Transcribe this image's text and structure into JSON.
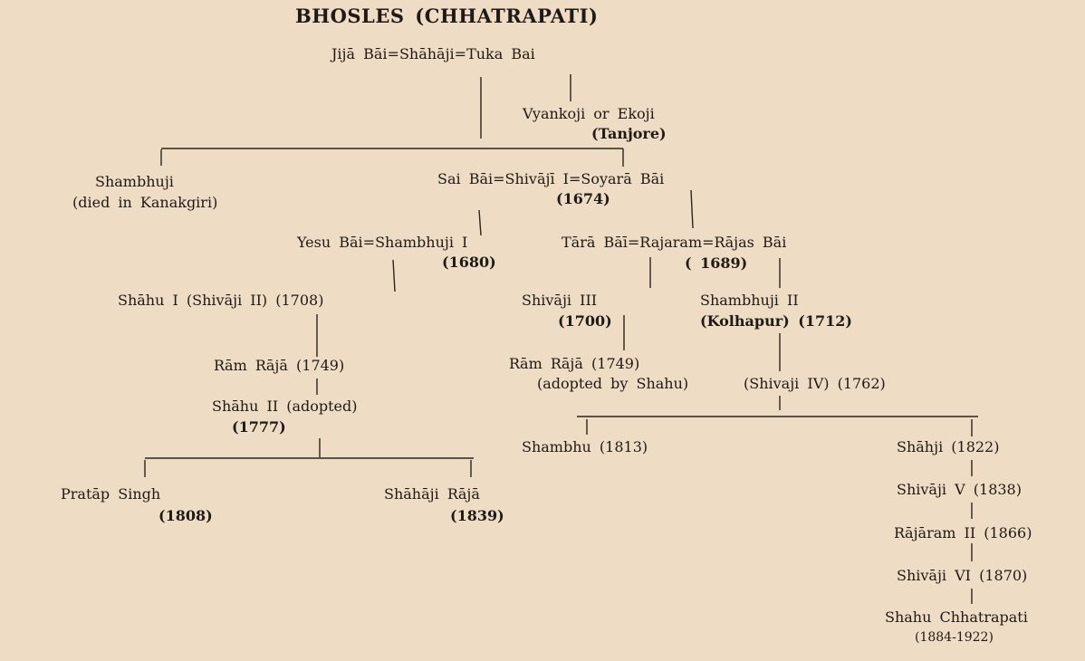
{
  "title": "BHOSLES (CHHATRAPATI)",
  "nodes": {
    "shahaji": "Jijā Bāi=Shāhāji=Tuka Bai",
    "vyankoji": "Vyankoji or Ekoji",
    "vyankoji_note": "(Tanjore)",
    "shambhuji": "Shambhuji",
    "shambhuji_note": "(died in Kanakgiri)",
    "shivaji1": "Sai Bāi=Shivājī I=Soyarā Bāi",
    "shivaji1_date": "(1674)",
    "shambhuji1": "Yesu Bāi=Shambhuji I",
    "shambhuji1_date": "(1680)",
    "rajaram": "Tārā Bāī=Rajaram=Rājas Bāi",
    "rajaram_date": "( 1689)",
    "shahu1": "Shāhu I (Shivāji II) (1708)",
    "shivaji3": "Shivāji III",
    "shivaji3_date": "(1700)",
    "shambhuji2": "Shambhuji II",
    "shambhuji2_date": "(Kolhapur) (1712)",
    "ramraja_a": "Rām Rājā (1749)",
    "shahu2": "Shāhu II (adopted)",
    "shahu2_date": "(1777)",
    "ramraja_b": "Rām Rājā (1749)",
    "ramraja_b_note": "(adopted by Shahu)",
    "shivaji4": "(Shivaji IV) (1762)",
    "shambhu": "Shambhu (1813)",
    "shahji": "Shāhji (1822)",
    "shivaji5": "Shivāji V (1838)",
    "rajaram2": "Rājāram II (1866)",
    "shivaji6": "Shivāji VI (1870)",
    "shahu_chh": "Shahu Chhatrapati",
    "shahu_chh_date": "(1884-1922)",
    "pratap": "Pratāp Singh",
    "pratap_date": "(1808)",
    "shahaji_raja": "Shāhāji Rājā",
    "shahaji_raja_date": "(1839)"
  }
}
